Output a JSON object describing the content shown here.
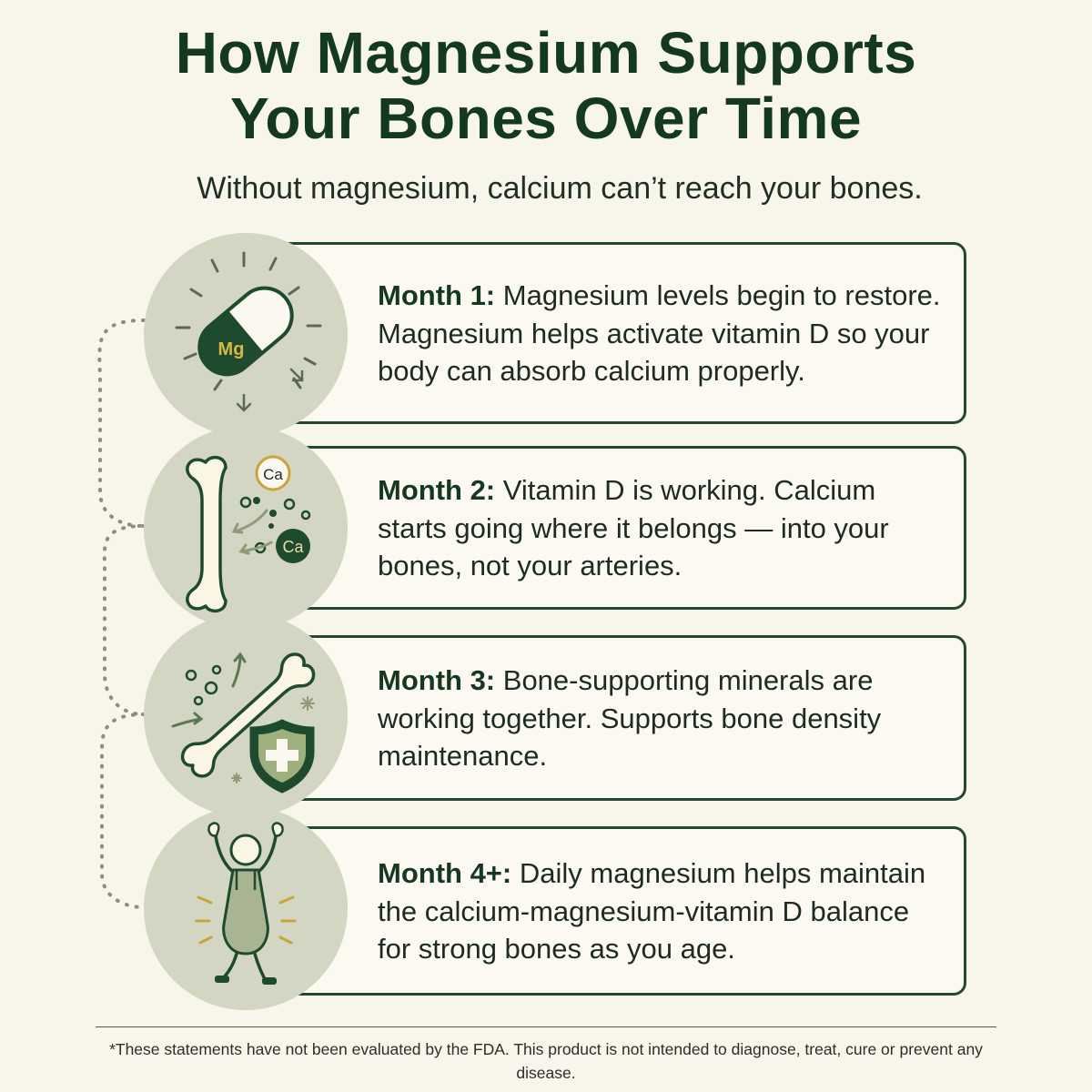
{
  "title": {
    "line1": "How Magnesium Supports",
    "line2": "Your Bones Over Time"
  },
  "subtitle": "Without magnesium, calcium can’t reach your bones.",
  "steps": [
    {
      "label": "Month 1:",
      "text": "Magnesium levels begin to restore. Magnesium helps activate vitamin D so your body can absorb calcium properly.",
      "icon": "magnesium-capsule-icon",
      "icon_text": "Mg"
    },
    {
      "label": "Month 2:",
      "text": "Vitamin D is working. Calcium starts going where it belongs — into your bones, not your arteries.",
      "icon": "bone-calcium-icon",
      "icon_text_1": "Ca",
      "icon_text_2": "Ca"
    },
    {
      "label": "Month 3:",
      "text": "Bone-supporting minerals are working together. Supports bone density maintenance.",
      "icon": "bone-shield-icon"
    },
    {
      "label": "Month 4+:",
      "text": "Daily magnesium helps maintain the calcium-magnesium-vitamin D balance for strong bones as you age.",
      "icon": "active-person-icon"
    }
  ],
  "footnote": "*These statements have not been evaluated by the FDA. This product is not intended to diagnose, treat, cure or prevent any disease.",
  "colors": {
    "background": "#f8f5ea",
    "dark_green": "#133a20",
    "circle_fill": "#d3d6c2",
    "accent_gold": "#c9a53a",
    "sage": "#a9b592"
  }
}
